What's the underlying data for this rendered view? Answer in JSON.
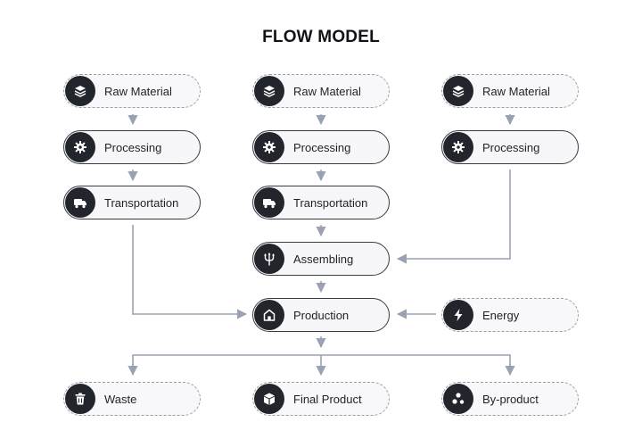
{
  "title": "FLOW MODEL",
  "colors": {
    "connector": "#9aa1b0",
    "icon_bg": "#23252c",
    "node_fill": "#f7f7f9"
  },
  "nodes": {
    "raw1": {
      "label": "Raw Material",
      "icon": "layers-icon"
    },
    "raw2": {
      "label": "Raw Material",
      "icon": "layers-icon"
    },
    "raw3": {
      "label": "Raw Material",
      "icon": "layers-icon"
    },
    "proc1": {
      "label": "Processing",
      "icon": "gear-icon"
    },
    "proc2": {
      "label": "Processing",
      "icon": "gear-icon"
    },
    "proc3": {
      "label": "Processing",
      "icon": "gear-icon"
    },
    "trans1": {
      "label": "Transportation",
      "icon": "truck-icon"
    },
    "trans2": {
      "label": "Transportation",
      "icon": "truck-icon"
    },
    "assembling": {
      "label": "Assembling",
      "icon": "trident-icon"
    },
    "production": {
      "label": "Production",
      "icon": "house-icon"
    },
    "energy": {
      "label": "Energy",
      "icon": "lightning-icon"
    },
    "waste": {
      "label": "Waste",
      "icon": "trash-icon"
    },
    "final": {
      "label": "Final Product",
      "icon": "cube-icon"
    },
    "byproduct": {
      "label": "By-product",
      "icon": "molecule-icon"
    }
  }
}
